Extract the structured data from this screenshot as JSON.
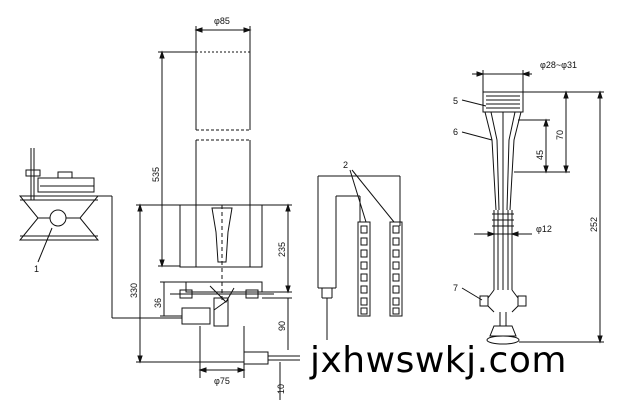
{
  "dimensions": {
    "top_width": "φ85",
    "height_535": "535",
    "height_235": "235",
    "height_330": "330",
    "height_36": "36",
    "height_90": "90",
    "height_10": "10",
    "bottom_width": "φ75",
    "right_top_width": "φ28~φ31",
    "height_70": "70",
    "height_45": "45",
    "height_252": "252",
    "diameter_12": "φ12"
  },
  "labels": {
    "l1": "1",
    "l2": "2",
    "l5": "5",
    "l6": "6",
    "l7": "7"
  },
  "watermark": "jxhwswkj.com",
  "colors": {
    "line": "#111111",
    "background": "#ffffff"
  }
}
